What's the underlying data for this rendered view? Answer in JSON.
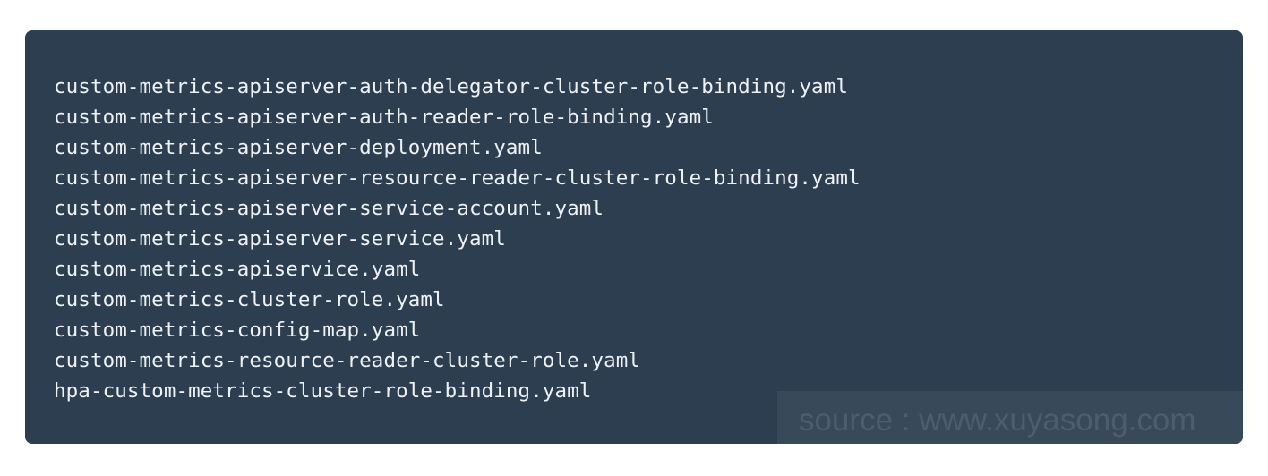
{
  "code_block": {
    "files": [
      "custom-metrics-apiserver-auth-delegator-cluster-role-binding.yaml",
      "custom-metrics-apiserver-auth-reader-role-binding.yaml",
      "custom-metrics-apiserver-deployment.yaml",
      "custom-metrics-apiserver-resource-reader-cluster-role-binding.yaml",
      "custom-metrics-apiserver-service-account.yaml",
      "custom-metrics-apiserver-service.yaml",
      "custom-metrics-apiservice.yaml",
      "custom-metrics-cluster-role.yaml",
      "custom-metrics-config-map.yaml",
      "custom-metrics-resource-reader-cluster-role.yaml",
      "hpa-custom-metrics-cluster-role-binding.yaml"
    ],
    "background_color": "#2d3e50",
    "text_color": "#eef2f6"
  },
  "watermark": {
    "text": "source : www.xuyasong.com"
  }
}
